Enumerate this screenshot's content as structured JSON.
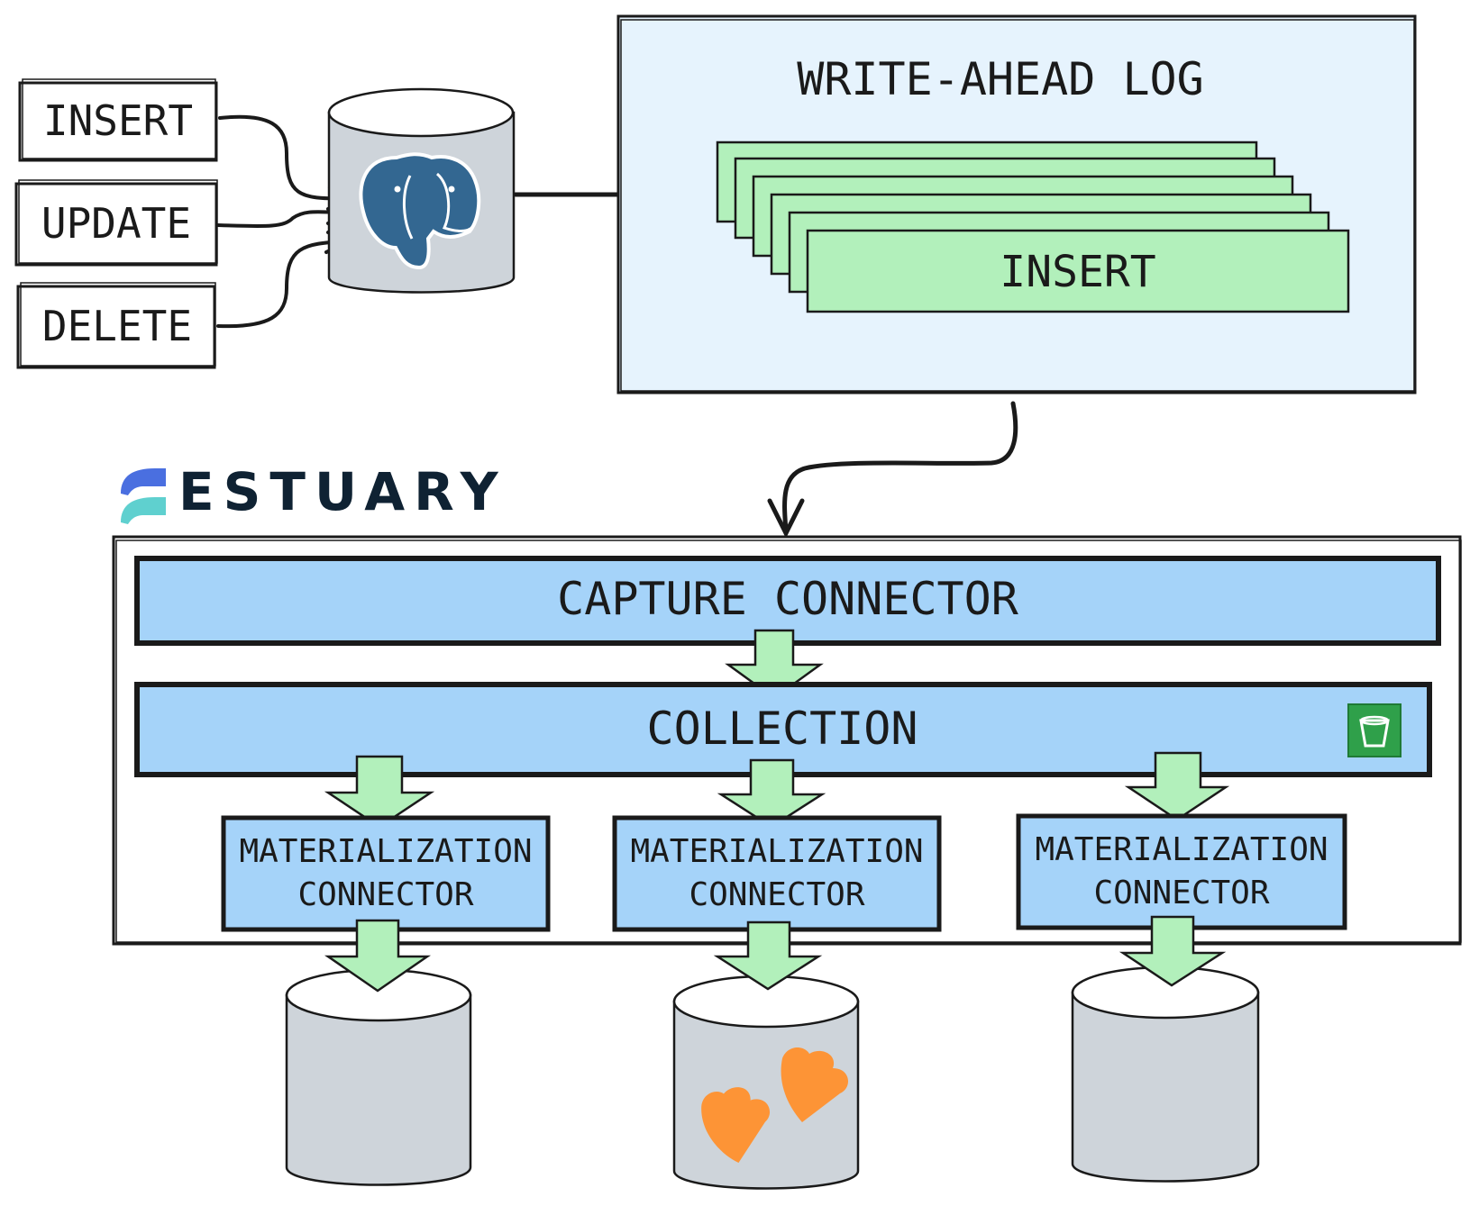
{
  "operations": [
    {
      "label": "INSERT"
    },
    {
      "label": "UPDATE"
    },
    {
      "label": "DELETE"
    }
  ],
  "source_db": {
    "icon": "postgres-elephant-icon"
  },
  "wal": {
    "title": "WRITE-AHEAD LOG",
    "front_entry_label": "INSERT"
  },
  "brand": {
    "name": "ESTUARY",
    "logo_colors": [
      "#4a6fe0",
      "#5fd0cf"
    ]
  },
  "pipeline": {
    "capture": "CAPTURE CONNECTOR",
    "collection": "COLLECTION",
    "collection_icon": "bucket-icon",
    "materializations": [
      {
        "line1": "MATERIALIZATION",
        "line2": "CONNECTOR"
      },
      {
        "line1": "MATERIALIZATION",
        "line2": "CONNECTOR"
      },
      {
        "line1": "MATERIALIZATION",
        "line2": "CONNECTOR"
      }
    ]
  },
  "destinations": [
    {
      "icon": "database-icon"
    },
    {
      "icon": "duck-feet-icon"
    },
    {
      "icon": "database-icon"
    }
  ],
  "colors": {
    "wal_bg": "#e6f3fd",
    "entry_green": "#b2f0bb",
    "connector_blue": "#a5d3f9",
    "db_gray": "#ced4da",
    "arrow_green": "#b2f0bb",
    "postgres_blue": "#336791",
    "duck_orange": "#fd9436",
    "bucket_green": "#2fa04a"
  }
}
